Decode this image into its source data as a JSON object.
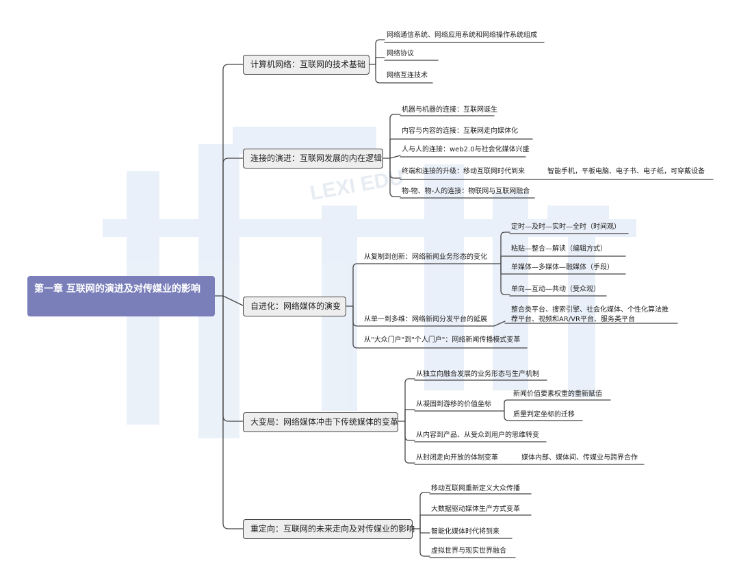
{
  "root": {
    "label": "第一章 互联网的演进及对传媒业的影响"
  },
  "branches": [
    {
      "label": "计算机网络：互联网的技术基础",
      "children": [
        {
          "label": "网络通信系统、网络应用系统和网络操作系统组成"
        },
        {
          "label": "网络协议"
        },
        {
          "label": "网络互连技术"
        }
      ]
    },
    {
      "label": "连接的演进：互联网发展的内在逻辑",
      "children": [
        {
          "label": "机器与机器的连接：互联网诞生"
        },
        {
          "label": "内容与内容的连接：互联网走向媒体化"
        },
        {
          "label": "人与人的连接：web2.0与社会化媒体兴盛"
        },
        {
          "label": "终端和连接的升级：移动互联网时代到来",
          "children": [
            {
              "label": "智能手机，平板电脑、电子书、电子纸，可穿戴设备"
            }
          ]
        },
        {
          "label": "物-物、物-人的连接：物联网与互联网融合"
        }
      ]
    },
    {
      "label": "自进化：网络媒体的演变",
      "children": [
        {
          "label": "从复制到创新：网络新闻业务形态的变化",
          "children": [
            {
              "label": "定时—及时—实时—全时（时间观）"
            },
            {
              "label": "粘贴—整合—解读（编辑方式）"
            },
            {
              "label": "单媒体—多媒体—融媒体（手段）"
            },
            {
              "label": "单向—互动—共动（受众观）"
            }
          ]
        },
        {
          "label": "从单一到多维：网络新闻分发平台的延展",
          "children": [
            {
              "label": "整合类平台、搜索引擎、社会化媒体、个性化算法推",
              "label_line2": "荐平台、视频和AR/VR平台、服务类平台"
            }
          ]
        },
        {
          "label": "从\"大众门户\"到\"个人门户\"：网络新闻传播模式变革"
        }
      ]
    },
    {
      "label": "大变局：网络媒体冲击下传统媒体的变革",
      "children": [
        {
          "label": "从独立向融合发展的业务形态与生产机制"
        },
        {
          "label": "从凝固到游移的价值坐标",
          "children": [
            {
              "label": "新闻价值要素权重的重新赋值"
            },
            {
              "label": "质量判定坐标的迁移"
            }
          ]
        },
        {
          "label": "从内容到产品、从受众到用户的思维转变"
        },
        {
          "label": "从封闭走向开放的体制变革",
          "children": [
            {
              "label": "媒体内部、媒体间、传媒业与跨界合作"
            }
          ]
        }
      ]
    },
    {
      "label": "重定向：互联网的未来走向及对传媒业的影响",
      "children": [
        {
          "label": "移动互联网重新定义大众传播"
        },
        {
          "label": "大数据驱动媒体生产方式变革"
        },
        {
          "label": "智能化媒体时代将到来"
        },
        {
          "label": "虚拟世界与现实世界融合"
        }
      ]
    }
  ],
  "watermark": {
    "text": "LEXI EDU"
  },
  "colors": {
    "root_bg": "#7a7fba",
    "line": "#444444",
    "box_bg": "#eeeeee",
    "watermark": "#e4ecf7"
  }
}
